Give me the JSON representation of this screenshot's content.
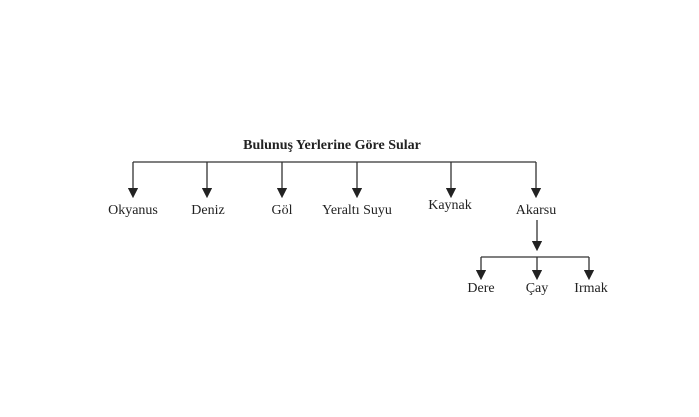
{
  "title": "Bulunuş Yerlerine Göre Sular",
  "categories": [
    "Okyanus",
    "Deniz",
    "Göl",
    "Yeraltı Suyu",
    "Kaynak",
    "Akarsu"
  ],
  "akarsu_children": [
    "Dere",
    "Çay",
    "Irmak"
  ]
}
